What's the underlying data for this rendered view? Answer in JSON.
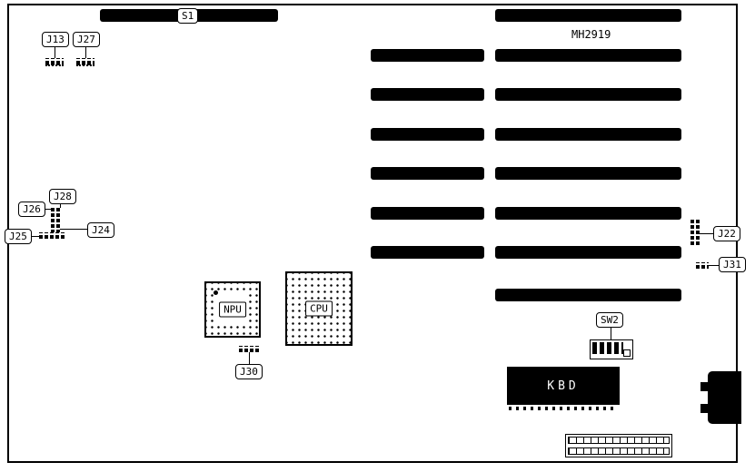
{
  "part_number": "MH2919",
  "slot_label": "S1",
  "jumpers": {
    "j13": "J13",
    "j27": "J27",
    "j26": "J26",
    "j28": "J28",
    "j25": "J25",
    "j24": "J24",
    "j30": "J30",
    "j22": "J22",
    "j31": "J31"
  },
  "switch_label": "SW2",
  "chips": {
    "npu": "NPU",
    "cpu": "CPU",
    "kbd": "KBD"
  },
  "colors": {
    "ink": "#000000",
    "background": "#ffffff"
  }
}
